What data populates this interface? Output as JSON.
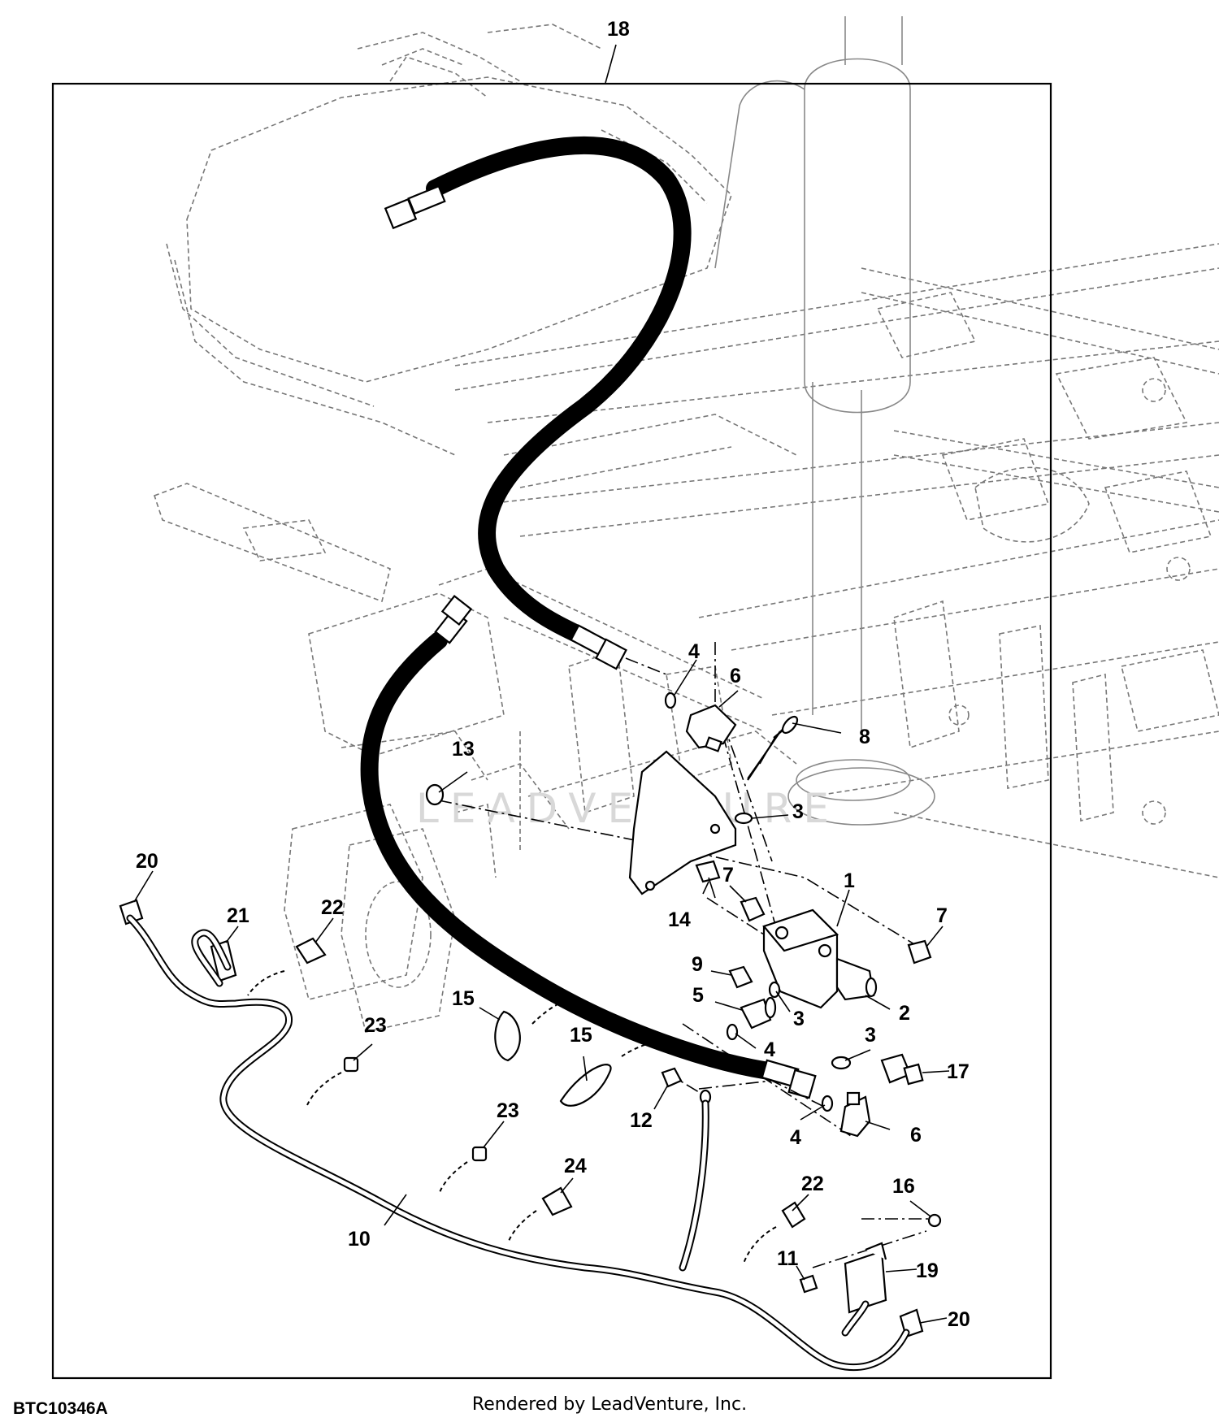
{
  "diagram": {
    "figure_id": "BTC10346A",
    "footer": "Rendered by LeadVenture, Inc.",
    "watermark": "LEADVENTURE",
    "callouts": [
      "1",
      "2",
      "3",
      "3",
      "3",
      "4",
      "4",
      "4",
      "5",
      "6",
      "6",
      "7",
      "7",
      "8",
      "9",
      "10",
      "11",
      "12",
      "13",
      "14",
      "15",
      "15",
      "16",
      "17",
      "18",
      "19",
      "20",
      "20",
      "21",
      "22",
      "22",
      "23",
      "23",
      "24"
    ]
  }
}
